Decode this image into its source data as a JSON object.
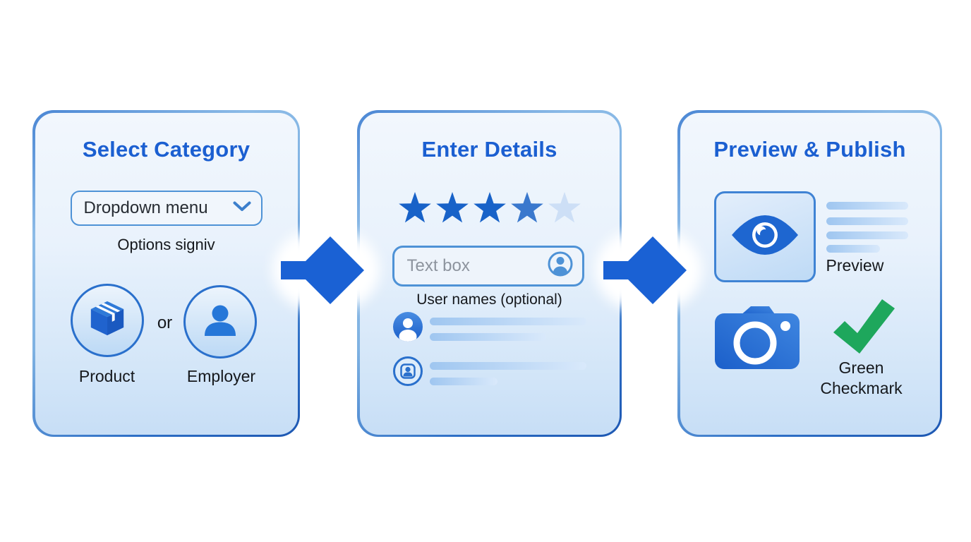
{
  "colors": {
    "arrow": "#1a61d4",
    "title_blue": "#1b5fd1",
    "green_checkmark": "#1ea75c",
    "card_border": "#2e6fc8",
    "card_background_top": "#f2f7fd",
    "card_background_bottom": "#c7def6",
    "skeleton_line": "#9fc6f0"
  },
  "steps": [
    {
      "title": "Select Category",
      "dropdown": {
        "value": "Dropdown menu",
        "icon": "chevron-down-icon"
      },
      "caption": "Options signiv",
      "separator": "or",
      "choices": [
        {
          "label": "Product",
          "icon": "box-icon"
        },
        {
          "label": "Employer",
          "icon": "person-icon"
        }
      ]
    },
    {
      "title": "Enter Details",
      "rating": {
        "icon": "star-icon",
        "stars_total": 5,
        "stars_filled": 4,
        "star_colors": [
          "#1862c8",
          "#1862c8",
          "#1862c8",
          "#3a78cd",
          "#cddff6"
        ]
      },
      "textbox": {
        "placeholder": "Text box",
        "icon": "user-circle-icon"
      },
      "caption": "User names (optional)",
      "user_rows": [
        {
          "icon": "user-avatar-icon",
          "lines": 2
        },
        {
          "icon": "user-badge-icon",
          "lines": 2
        }
      ]
    },
    {
      "title": "Preview & Publish",
      "preview": {
        "label": "Preview",
        "icon": "eye-icon",
        "lines": 4
      },
      "publish": {
        "label": "Green Checkmark",
        "camera_icon": "camera-icon",
        "check_icon": "checkmark-icon"
      }
    }
  ],
  "connectors": [
    {
      "icon": "arrow-right-icon"
    },
    {
      "icon": "arrow-right-icon"
    }
  ]
}
